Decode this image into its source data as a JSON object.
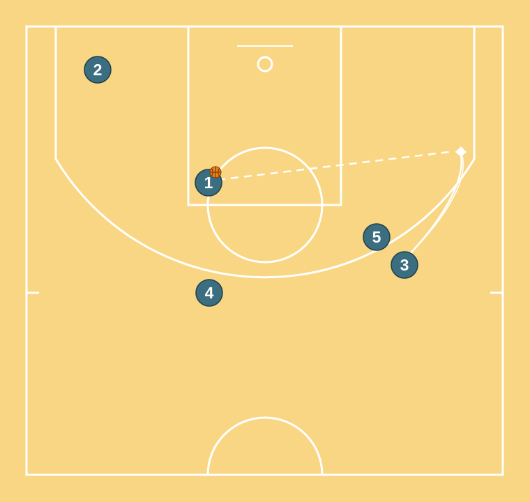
{
  "colors": {
    "floor": "#f9d684",
    "lines": "#ffffff",
    "player_fill": "#3b6e80",
    "player_stroke": "#1f3f4b",
    "ball": "#e8821c",
    "ball_seams": "#7a3c05"
  },
  "players": [
    {
      "id": "p1",
      "label": "1",
      "has_ball": true
    },
    {
      "id": "p2",
      "label": "2",
      "has_ball": false
    },
    {
      "id": "p3",
      "label": "3",
      "has_ball": false
    },
    {
      "id": "p4",
      "label": "4",
      "has_ball": false
    },
    {
      "id": "p5",
      "label": "5",
      "has_ball": false
    }
  ],
  "actions": [
    {
      "type": "pass",
      "style": "dashed",
      "from": "1",
      "to": "corner-wing"
    },
    {
      "type": "cut",
      "style": "solid-arrow",
      "player": "3",
      "to": "corner-wing"
    }
  ]
}
